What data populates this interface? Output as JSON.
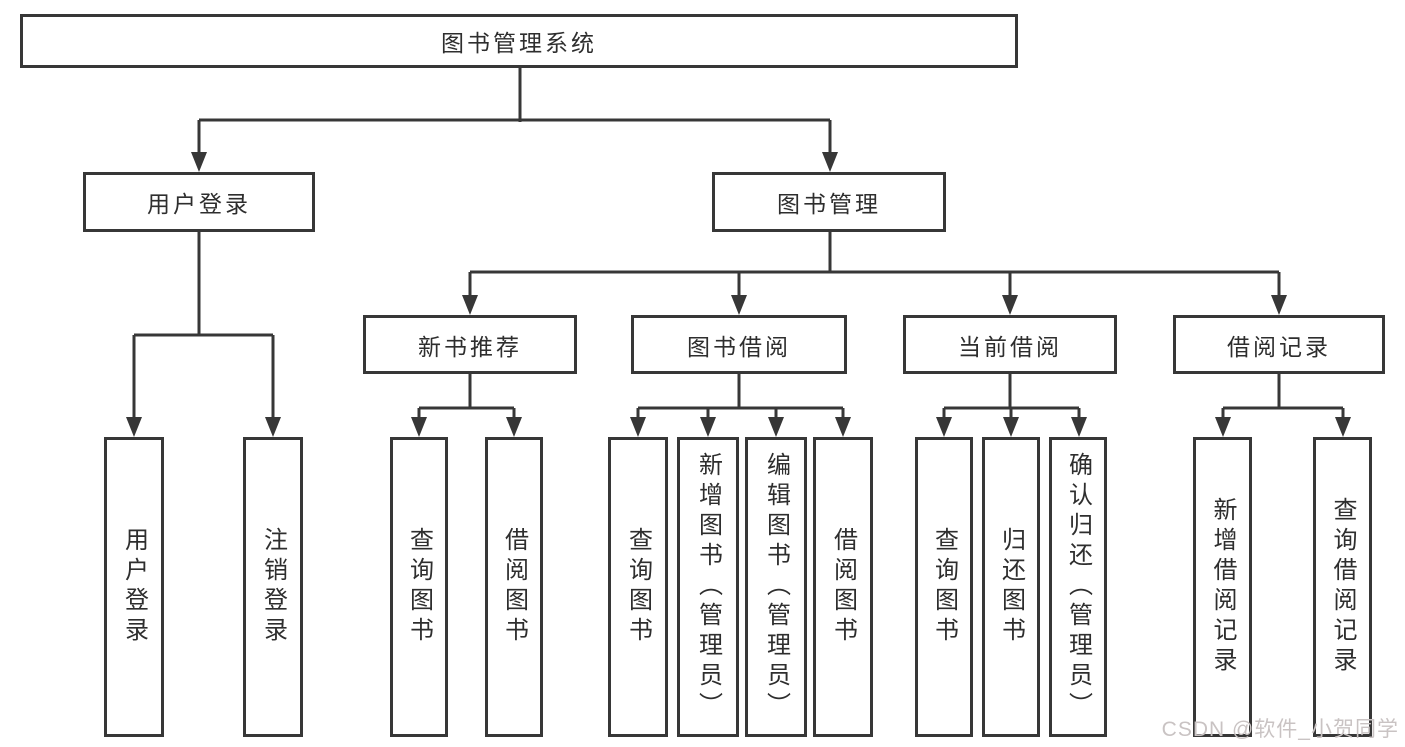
{
  "watermark": "CSDN @软件_小贺同学",
  "colors": {
    "line": "#373737",
    "text": "#2e2e2e",
    "background": "#ffffff",
    "watermark": "#c9c3c3"
  },
  "tree": {
    "label": "图书管理系统",
    "children": [
      {
        "label": "用户登录",
        "children": [
          {
            "label": "用户登录"
          },
          {
            "label": "注销登录"
          }
        ]
      },
      {
        "label": "图书管理",
        "children": [
          {
            "label": "新书推荐",
            "children": [
              {
                "label": "查询图书"
              },
              {
                "label": "借阅图书"
              }
            ]
          },
          {
            "label": "图书借阅",
            "children": [
              {
                "label": "查询图书"
              },
              {
                "label": "新增图书（管理员）"
              },
              {
                "label": "编辑图书（管理员）"
              },
              {
                "label": "借阅图书"
              }
            ]
          },
          {
            "label": "当前借阅",
            "children": [
              {
                "label": "查询图书"
              },
              {
                "label": "归还图书"
              },
              {
                "label": "确认归还（管理员）"
              }
            ]
          },
          {
            "label": "借阅记录",
            "children": [
              {
                "label": "新增借阅记录"
              },
              {
                "label": "查询借阅记录"
              }
            ]
          }
        ]
      }
    ]
  }
}
